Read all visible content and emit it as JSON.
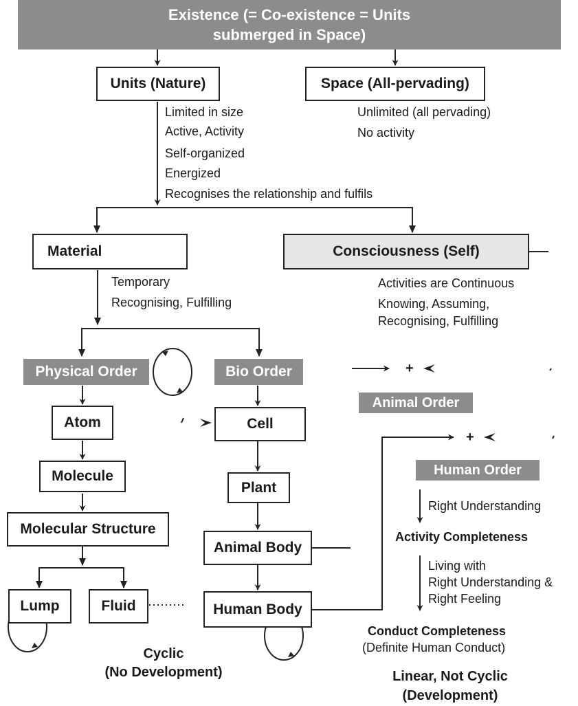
{
  "header": {
    "line1": "Existence (= Co-existence = Units",
    "line2": "submerged in Space)"
  },
  "units": {
    "title": "Units (Nature)",
    "traits": [
      "Limited in size",
      "Active, Activity",
      "Self-organized",
      "Energized",
      "Recognises the relationship and fulfils"
    ]
  },
  "space": {
    "title": "Space (All-pervading)",
    "traits": [
      "Unlimited (all pervading)",
      "No activity"
    ]
  },
  "material": {
    "title": "Material",
    "traits": [
      "Temporary",
      "Recognising, Fulfilling"
    ]
  },
  "consciousness": {
    "title": "Consciousness (Self)",
    "traits": [
      "Activities are Continuous",
      "Knowing, Assuming,",
      "Recognising, Fulfilling"
    ]
  },
  "orders": {
    "physical": "Physical Order",
    "bio": "Bio Order",
    "animal": "Animal Order",
    "human": "Human Order"
  },
  "physical_chain": [
    "Atom",
    "Molecule",
    "Molecular Structure",
    "Lump",
    "Fluid"
  ],
  "bio_chain": [
    "Cell",
    "Plant",
    "Animal Body",
    "Human Body"
  ],
  "plus_sign": "+",
  "human_path": {
    "step1": "Right Understanding",
    "stage1": "Activity Completeness",
    "step2_lines": [
      "Living with",
      "Right Understanding &",
      "Right Feeling"
    ],
    "stage2": "Conduct Completeness",
    "stage2_sub": "(Definite Human Conduct)"
  },
  "footer": {
    "cyclic_line1": "Cyclic",
    "cyclic_line2": "(No Development)",
    "linear_line1": "Linear, Not Cyclic",
    "linear_line2": "(Development)"
  }
}
